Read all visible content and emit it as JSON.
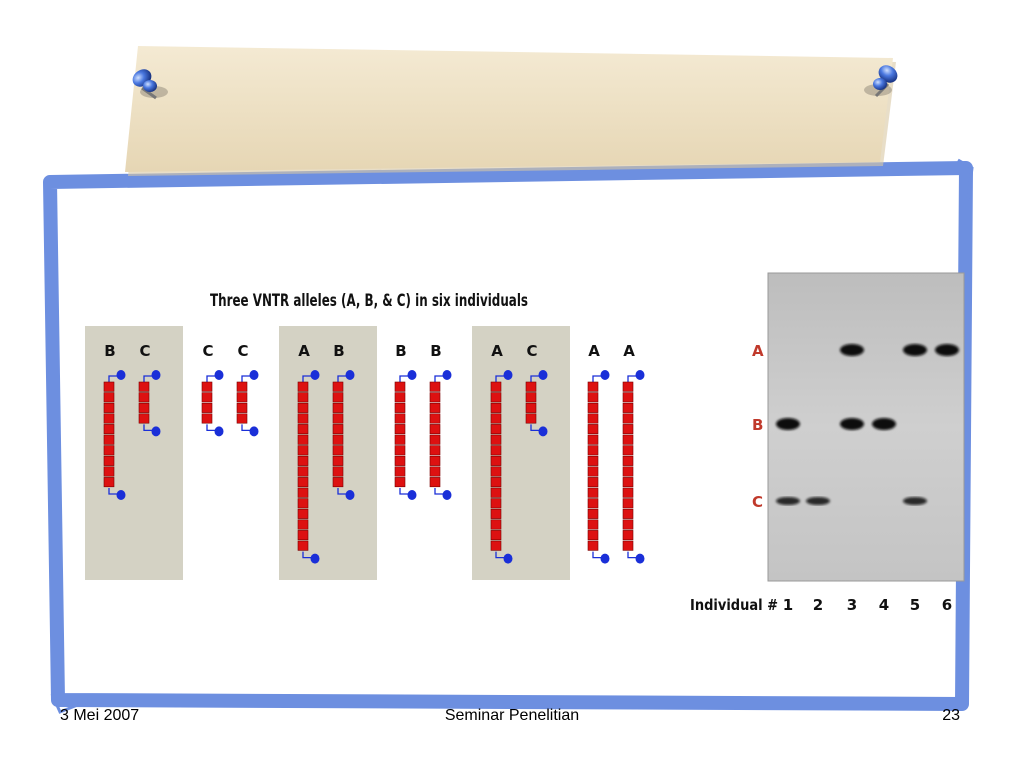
{
  "footer": {
    "date": "3 Mei 2007",
    "title": "Seminar Penelitian",
    "page": "23"
  },
  "diagram": {
    "title": "Three VNTR alleles (A, B, & C) in six individuals",
    "alleles": {
      "A": 16,
      "B": 10,
      "C": 4
    },
    "individuals": [
      {
        "pair": [
          "B",
          "C"
        ],
        "shaded": true
      },
      {
        "pair": [
          "C",
          "C"
        ],
        "shaded": false
      },
      {
        "pair": [
          "A",
          "B"
        ],
        "shaded": true
      },
      {
        "pair": [
          "B",
          "B"
        ],
        "shaded": false
      },
      {
        "pair": [
          "A",
          "C"
        ],
        "shaded": true
      },
      {
        "pair": [
          "A",
          "A"
        ],
        "shaded": false
      }
    ]
  },
  "gel": {
    "row_labels": [
      "A",
      "B",
      "C"
    ],
    "lane_caption": "Individual #",
    "lanes": [
      "1",
      "2",
      "3",
      "4",
      "5",
      "6"
    ],
    "bands": [
      [
        "B",
        "C"
      ],
      [
        "C"
      ],
      [
        "A",
        "B"
      ],
      [
        "B"
      ],
      [
        "A",
        "C"
      ],
      [
        "A"
      ]
    ]
  },
  "colors": {
    "frame": "#6d8fe0",
    "note": "#ede0c4",
    "pin": "#2a55c8",
    "repeat": "#dd1111",
    "flank": "#1a2fd8",
    "shade": "#d4d2c4",
    "gel": "#c9c9c9",
    "label_red": "#c0392b"
  },
  "icons": [
    "pushpin-icon",
    "pushpin-icon"
  ]
}
